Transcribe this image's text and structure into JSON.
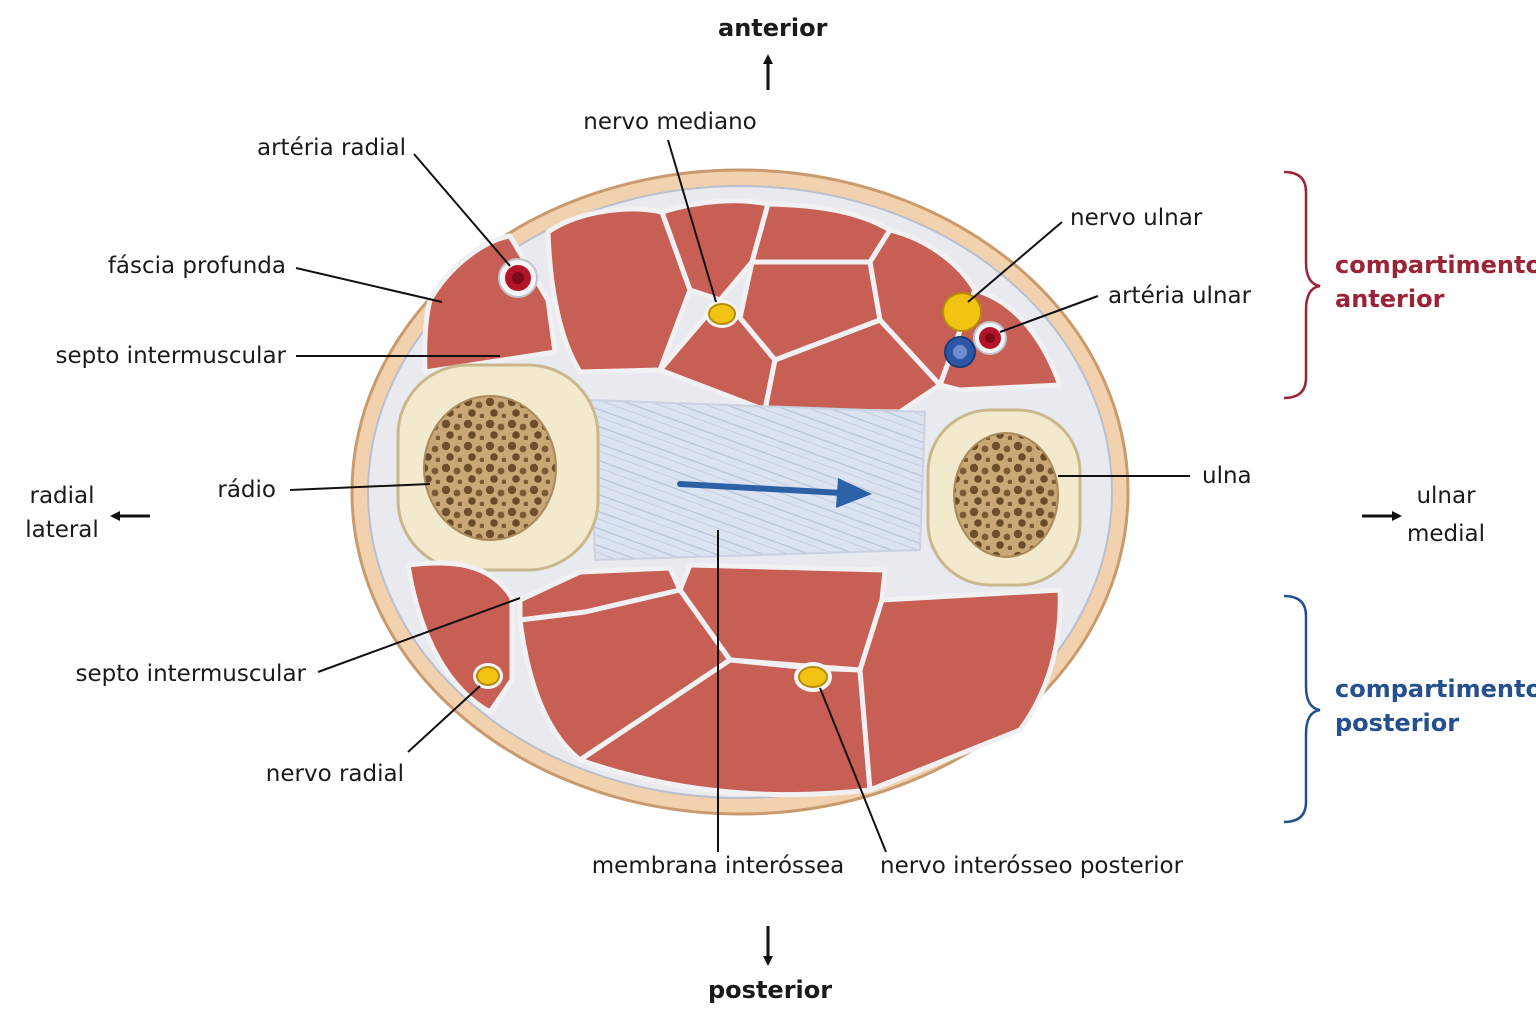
{
  "directions": {
    "anterior": "anterior",
    "posterior": "posterior",
    "radial": "radial",
    "lateral": "lateral",
    "ulnar": "ulnar",
    "medial": "medial"
  },
  "labels": {
    "arteria_radial": "artéria radial",
    "nervo_mediano": "nervo mediano",
    "nervo_ulnar": "nervo ulnar",
    "arteria_ulnar": "artéria ulnar",
    "fascia_profunda": "fáscia profunda",
    "septo_intermuscular_anterior": "septo intermuscular",
    "radio": "rádio",
    "ulna": "ulna",
    "septo_intermuscular_posterior": "septo intermuscular",
    "nervo_radial": "nervo radial",
    "membrana_interossea": "membrana interóssea",
    "nervo_interosseo_posterior": "nervo interósseo posterior"
  },
  "compartments": {
    "anterior_line1": "compartimento",
    "anterior_line2": "anterior",
    "posterior_line1": "compartimento",
    "posterior_line2": "posterior"
  },
  "colors": {
    "muscle": "#c85f55",
    "fascia": "#e8eaf0",
    "skin": "#f2d2ae",
    "bone_cortex": "#f3e9cc",
    "nerve": "#f2c313",
    "artery": "#b3142a",
    "vein": "#2c57a5",
    "membrane": "#d8e0ee",
    "anterior_accent": "#9b2335",
    "posterior_accent": "#25508f"
  }
}
